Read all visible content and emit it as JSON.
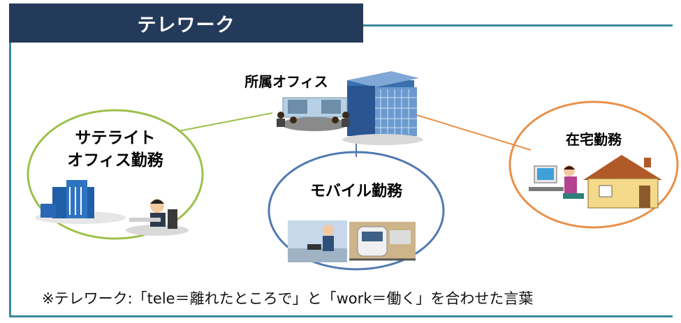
{
  "title": "テレワーク",
  "nodes": {
    "office": "所属オフィス",
    "satellite_line1": "サテライト",
    "satellite_line2": "オフィス勤務",
    "mobile": "モバイル勤務",
    "home": "在宅勤務"
  },
  "caption": "※テレワーク:「tele＝離れたところで」と「work＝働く」を合わせた言葉",
  "colors": {
    "title_bg": "#243a5a",
    "frame": "#3a8a9a",
    "satellite_ring": "#9cc04a",
    "mobile_ring": "#4f79b0",
    "home_ring": "#e8914a"
  }
}
